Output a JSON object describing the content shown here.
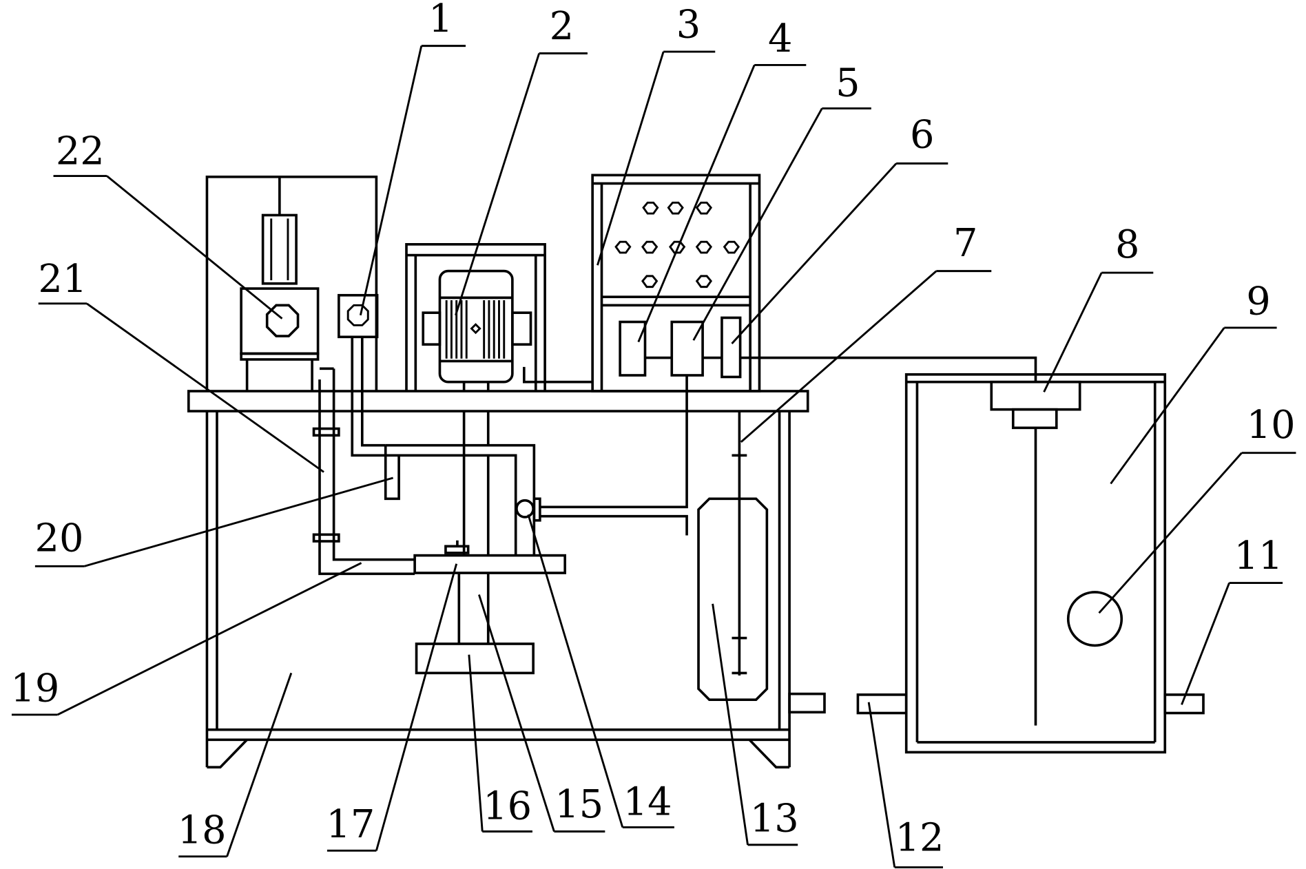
{
  "labels": {
    "l1": "1",
    "l2": "2",
    "l3": "3",
    "l4": "4",
    "l5": "5",
    "l6": "6",
    "l7": "7",
    "l8": "8",
    "l9": "9",
    "l10": "10",
    "l11": "11",
    "l12": "12",
    "l13": "13",
    "l14": "14",
    "l15": "15",
    "l16": "16",
    "l17": "17",
    "l18": "18",
    "l19": "19",
    "l20": "20",
    "l21": "21",
    "l22": "22"
  },
  "colors": {
    "line": "#000000",
    "background": "#ffffff"
  }
}
